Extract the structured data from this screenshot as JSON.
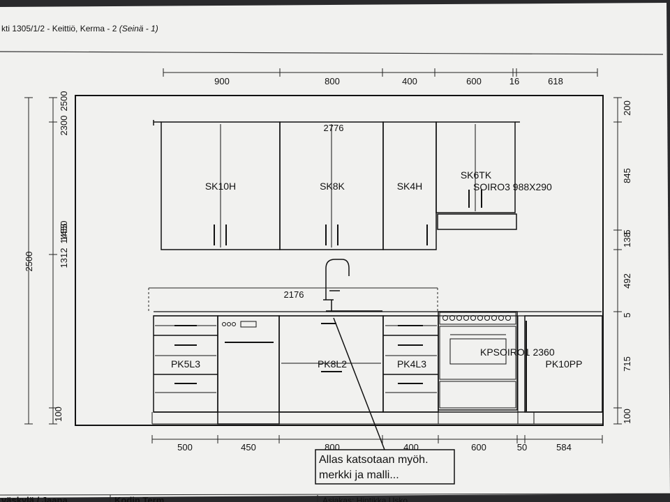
{
  "header": {
    "title": "kti 1305/1/2 - Keittiö, Kerma - 2 ",
    "wall": "(Seinä - 1)"
  },
  "dimensions": {
    "top": [
      "900",
      "800",
      "400",
      "600",
      "16",
      "618"
    ],
    "bottom": [
      "500",
      "450",
      "800",
      "400",
      "600",
      "50",
      "584"
    ],
    "left_total": "2500",
    "left_top": [
      "2500",
      "2300"
    ],
    "left_mid": [
      "1450",
      "1312",
      "1455"
    ],
    "left_bottom": "100",
    "right": [
      "200",
      "845",
      "5",
      "138",
      "492",
      "5",
      "715",
      "100"
    ],
    "upper_width": "2776",
    "counter_width": "2176"
  },
  "cabinets": {
    "upper": [
      "SK10H",
      "SK8K",
      "SK4H",
      "SK6TK"
    ],
    "hood": "SOIRO3 988X290",
    "lower": [
      "PK5L3",
      "PK8L2",
      "PK4L3",
      "PK10PP"
    ],
    "oven": "KPSOIRO1 2360"
  },
  "note": {
    "line1": "Allas katsotaan myöh.",
    "line2": "merkki ja malli..."
  },
  "footer": {
    "left": "väskylä / Jaana",
    "middle": "Kodin Term",
    "right": "Asiakas: Hintikka Usko"
  }
}
